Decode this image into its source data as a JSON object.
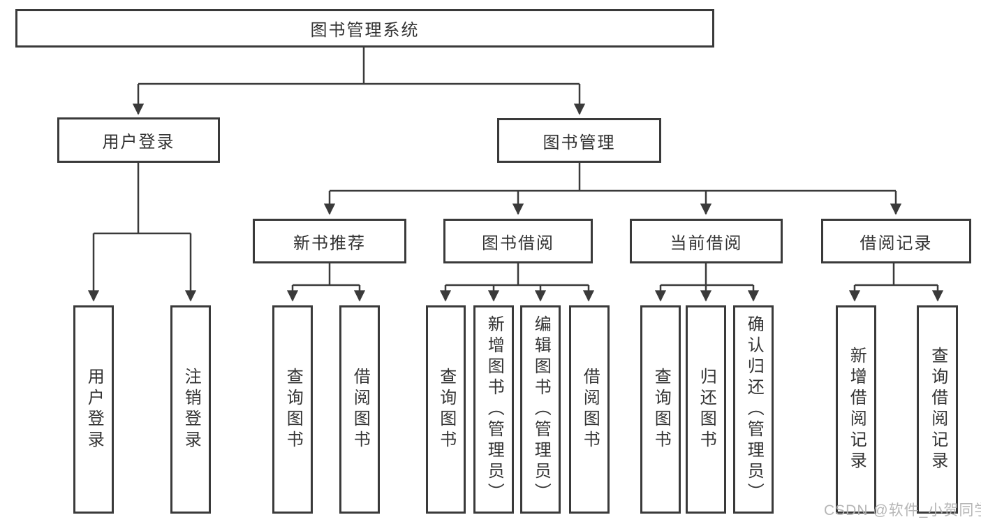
{
  "tree": {
    "root": {
      "label": "图书管理系统",
      "children": [
        {
          "label": "用户登录",
          "children": [
            {
              "label": "用户登录"
            },
            {
              "label": "注销登录"
            }
          ]
        },
        {
          "label": "图书管理",
          "children": [
            {
              "label": "新书推荐",
              "children": [
                {
                  "label": "查询图书"
                },
                {
                  "label": "借阅图书"
                }
              ]
            },
            {
              "label": "图书借阅",
              "children": [
                {
                  "label": "查询图书"
                },
                {
                  "label": "新增图书（管理员）"
                },
                {
                  "label": "编辑图书（管理员）"
                },
                {
                  "label": "借阅图书"
                }
              ]
            },
            {
              "label": "当前借阅",
              "children": [
                {
                  "label": "查询图书"
                },
                {
                  "label": "归还图书"
                },
                {
                  "label": "确认归还（管理员）"
                }
              ]
            },
            {
              "label": "借阅记录",
              "children": [
                {
                  "label": "新增借阅记录"
                },
                {
                  "label": "查询借阅记录"
                }
              ]
            }
          ]
        }
      ]
    }
  },
  "watermark": {
    "text": "CSDN @软件_小贺同学",
    "color": "#b3b3b3"
  },
  "colors": {
    "line": "#3a3a3a",
    "text": "#333333",
    "background": "#ffffff"
  }
}
